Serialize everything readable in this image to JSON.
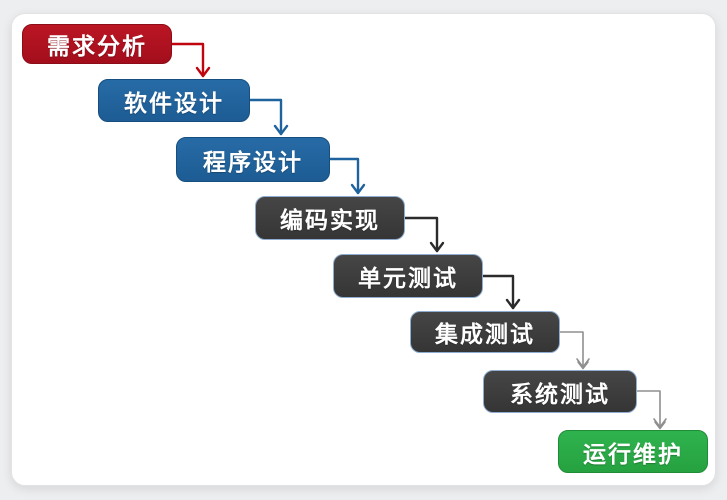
{
  "diagram": {
    "type": "waterfall-process-flow",
    "steps": [
      {
        "label": "需求分析",
        "color": "#AE101E",
        "variant": "red"
      },
      {
        "label": "软件设计",
        "color": "#1F639E",
        "variant": "blue"
      },
      {
        "label": "程序设计",
        "color": "#1F639E",
        "variant": "blue"
      },
      {
        "label": "编码实现",
        "color": "#3B3B3B",
        "variant": "dark"
      },
      {
        "label": "单元测试",
        "color": "#3B3B3B",
        "variant": "dark"
      },
      {
        "label": "集成测试",
        "color": "#3B3B3B",
        "variant": "dark"
      },
      {
        "label": "系统测试",
        "color": "#3B3B3B",
        "variant": "dark"
      },
      {
        "label": "运行维护",
        "color": "#28A745",
        "variant": "green"
      }
    ],
    "connectors": [
      {
        "from": "需求分析",
        "to": "软件设计",
        "color": "#C00511"
      },
      {
        "from": "软件设计",
        "to": "程序设计",
        "color": "#1F639E"
      },
      {
        "from": "程序设计",
        "to": "编码实现",
        "color": "#1F639E"
      },
      {
        "from": "编码实现",
        "to": "单元测试",
        "color": "#2B2B2B"
      },
      {
        "from": "单元测试",
        "to": "集成测试",
        "color": "#2B2B2B"
      },
      {
        "from": "集成测试",
        "to": "系统测试",
        "color": "#8F8F8F"
      },
      {
        "from": "系统测试",
        "to": "运行维护",
        "color": "#8F8F8F"
      }
    ],
    "colors": {
      "page_background": "#EDEEF0",
      "card_background": "#FFFFFF",
      "dark_box_outline": "#8FADD0",
      "text": "#FFFFFF"
    }
  }
}
